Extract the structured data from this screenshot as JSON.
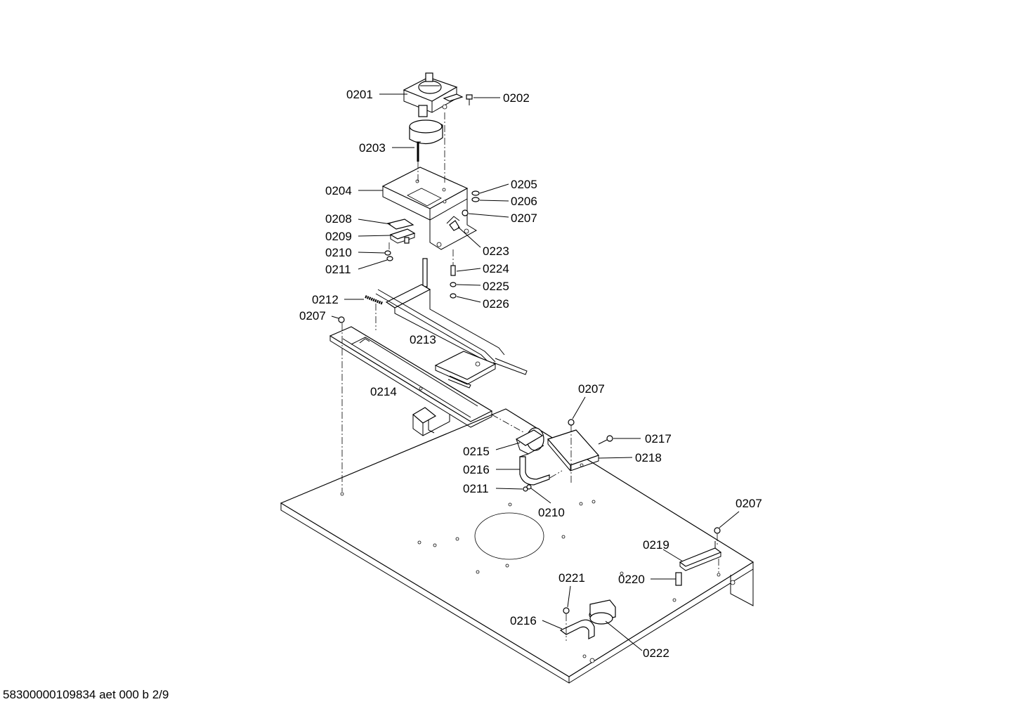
{
  "labels": {
    "p0201": "0201",
    "p0202": "0202",
    "p0203": "0203",
    "p0204": "0204",
    "p0205": "0205",
    "p0206": "0206",
    "p0207a": "0207",
    "p0208": "0208",
    "p0209": "0209",
    "p0210a": "0210",
    "p0211a": "0211",
    "p0223": "0223",
    "p0224": "0224",
    "p0225": "0225",
    "p0226": "0226",
    "p0212": "0212",
    "p0207b": "0207",
    "p0213": "0213",
    "p0214": "0214",
    "p0207c": "0207",
    "p0217": "0217",
    "p0218": "0218",
    "p0215": "0215",
    "p0216a": "0216",
    "p0211b": "0211",
    "p0210b": "0210",
    "p0207d": "0207",
    "p0219": "0219",
    "p0220": "0220",
    "p0221": "0221",
    "p0216b": "0216",
    "p0222": "0222"
  },
  "footer_text": "58300000109834 aet 000 b 2/9"
}
